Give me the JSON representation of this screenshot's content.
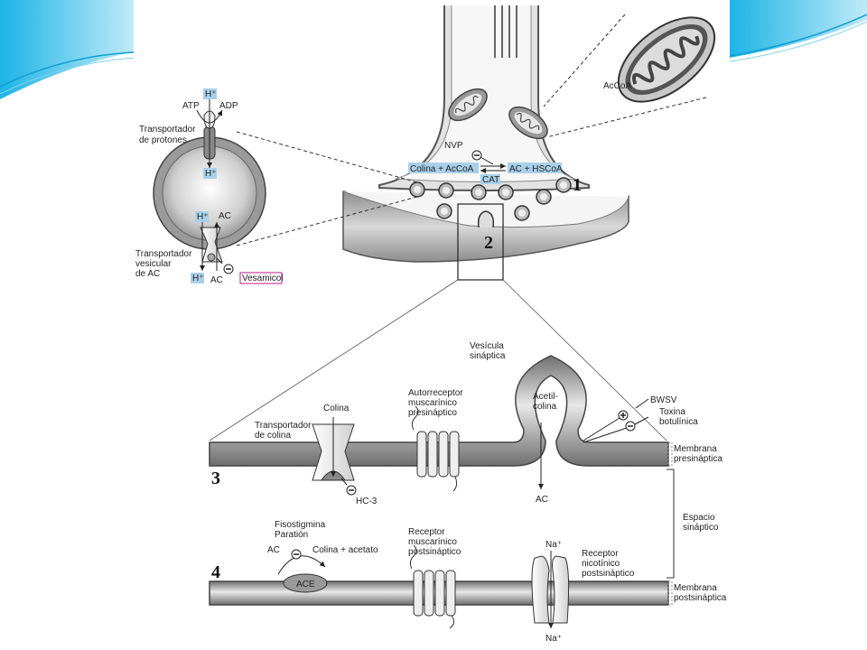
{
  "colors": {
    "accent_cyan": "#4fc3e8",
    "label_highlight": "#a9d0ea",
    "vesamicol_border": "#c01a8a",
    "membrane_grey": "#8a8a8a"
  },
  "vesicle_detail": {
    "h_plus_top": "H⁺",
    "atp": "ATP",
    "adp": "ADP",
    "proton_transporter": [
      "Transportador",
      "de protones"
    ],
    "h_plus_inside": "H⁺",
    "h_plus_lower": "H⁺",
    "ac_in": "AC",
    "vesicular_transporter": [
      "Transportador",
      "vesicular",
      "de AC"
    ],
    "h_plus_bottom": "H⁺",
    "ac_out": "AC",
    "vesamicol": "Vesamicol"
  },
  "terminal": {
    "mito_label": "AcCoA",
    "nvp": "NVP",
    "reaction_left": "Colina + AcCoA",
    "reaction_right": "AC + HSCoA",
    "enzyme": "CAT",
    "step1": "1",
    "step2": "2"
  },
  "synapse": {
    "vesicle": [
      "Vesícula",
      "sináptica"
    ],
    "acetylcholine": [
      "Acetil-",
      "colina"
    ],
    "ac_release": "AC",
    "autoreceptor": [
      "Autorreceptor",
      "muscarínico",
      "presináptico"
    ],
    "choline": "Colina",
    "choline_transporter": [
      "Transportador",
      "de colina"
    ],
    "hc3": "HC-3",
    "bwsv": "BWSV",
    "toxin": [
      "Toxina",
      "botulínica"
    ],
    "pre_membrane": [
      "Membrana",
      "presináptica"
    ],
    "cleft": [
      "Espacio",
      "sináptico"
    ],
    "post_membrane": [
      "Membrana",
      "postsináptica"
    ],
    "inhibitors": [
      "Fisostigmina",
      "Paratión"
    ],
    "ac_substrate": "AC",
    "products": "Colina + acetato",
    "ace": "ACE",
    "musc_receptor": [
      "Receptor",
      "muscarínico",
      "postsináptico"
    ],
    "na_top": "Na⁺",
    "na_bottom": "Na⁺",
    "nic_receptor": [
      "Receptor",
      "nicotínico",
      "postsináptico"
    ],
    "step3": "3",
    "step4": "4"
  }
}
